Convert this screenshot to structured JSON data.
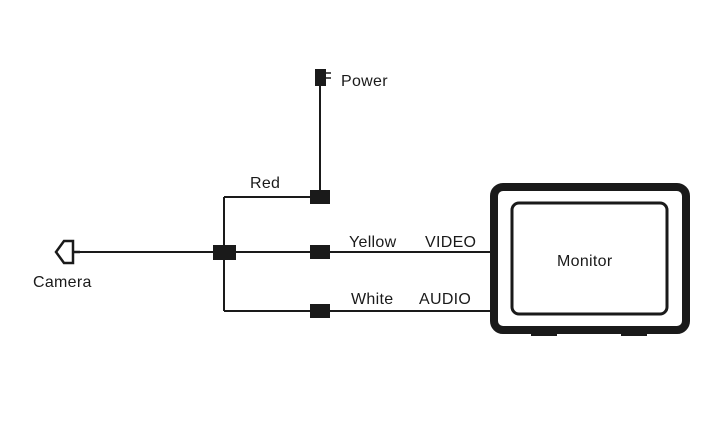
{
  "labels": {
    "power": "Power",
    "red": "Red",
    "yellow": "Yellow",
    "video": "VIDEO",
    "white": "White",
    "audio": "AUDIO",
    "camera": "Camera",
    "monitor": "Monitor"
  },
  "colors": {
    "line": "#1a1a1a",
    "background": "#ffffff"
  }
}
